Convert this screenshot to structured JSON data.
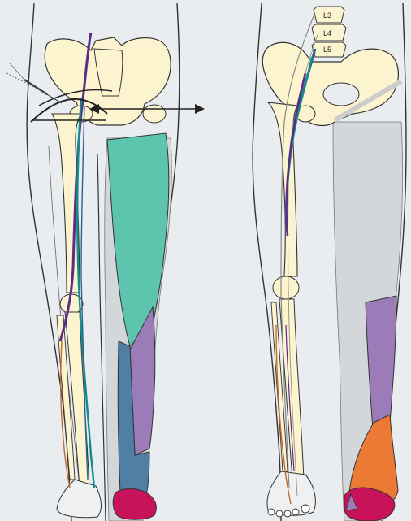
{
  "labels": {
    "l3": "L3",
    "l4": "L4",
    "l5": "L5"
  },
  "colors": {
    "background": "#e9edf0",
    "bone": "#fcf3cf",
    "skin_outline": "#333333",
    "shade": "#d4d7da",
    "femoral_teal": "#5dc4ae",
    "saphenous_purple": "#9b7bb8",
    "saphenous_blue": "#4f7fa4",
    "sural_orange": "#ec7a34",
    "plantar_crimson": "#c8125a",
    "nerve_purple": "#5b2d86",
    "nerve_teal": "#0f8f8a",
    "nerve_orange": "#c56a2b",
    "nerve_blue": "#335f8f"
  },
  "icons": {
    "needle": "needle-icon",
    "arrow": "double-arrow-icon"
  }
}
